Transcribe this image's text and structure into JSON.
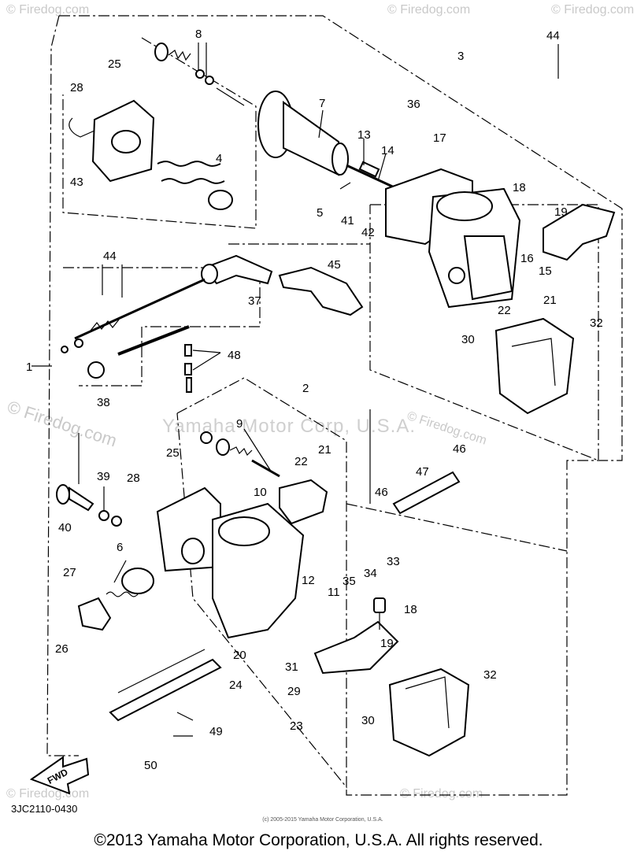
{
  "watermarks": {
    "corner": "© Firedog.com",
    "left_big": "© Firedog.com",
    "center": "Yamaha Motor Corp, U.S.A."
  },
  "diagram_code": "3JC2110-0430",
  "tiny_copyright": "(c) 2005-2015 Yamaha Motor Corporation, U.S.A.",
  "copyright": "©2013 Yamaha Motor Corporation, U.S.A. All rights reserved.",
  "fwd_label": "FWD",
  "callouts": {
    "p1": "1",
    "p2": "2",
    "p3": "3",
    "p4": "4",
    "p5": "5",
    "p6": "6",
    "p7": "7",
    "p8": "8",
    "p9": "9",
    "p10": "10",
    "p11": "11",
    "p12": "12",
    "p13": "13",
    "p14": "14",
    "p15": "15",
    "p16": "16",
    "p17": "17",
    "p18a": "18",
    "p18b": "18",
    "p19a": "19",
    "p19b": "19",
    "p20": "20",
    "p21a": "21",
    "p21b": "21",
    "p22a": "22",
    "p22b": "22",
    "p23": "23",
    "p24": "24",
    "p25a": "25",
    "p25b": "25",
    "p26": "26",
    "p27": "27",
    "p28a": "28",
    "p28b": "28",
    "p29": "29",
    "p30a": "30",
    "p30b": "30",
    "p31": "31",
    "p32a": "32",
    "p32b": "32",
    "p33": "33",
    "p34": "34",
    "p35": "35",
    "p36": "36",
    "p37": "37",
    "p38": "38",
    "p39": "39",
    "p40": "40",
    "p41": "41",
    "p42": "42",
    "p43": "43",
    "p44a": "44",
    "p44b": "44",
    "p45": "45",
    "p46a": "46",
    "p46b": "46",
    "p47": "47",
    "p48": "48",
    "p49": "49",
    "p50": "50"
  }
}
